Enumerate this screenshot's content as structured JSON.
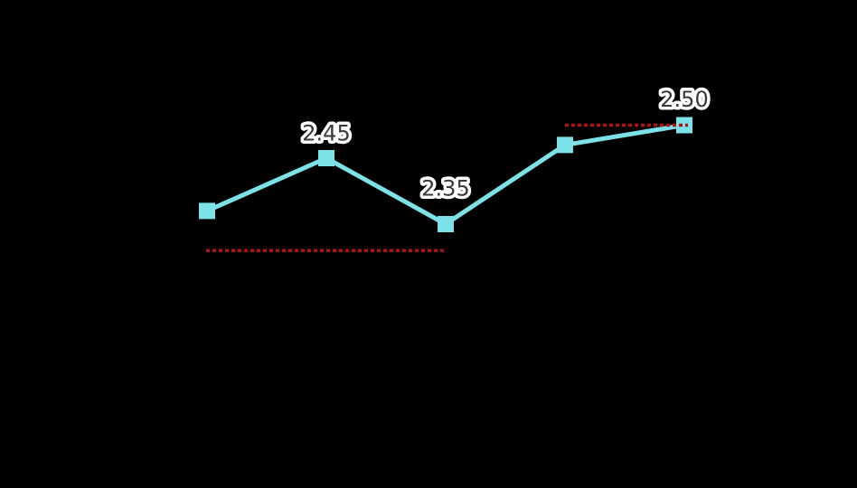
{
  "page": {
    "background_color": "#000000"
  },
  "chart_data": {
    "type": "line",
    "title": "",
    "xlabel": "",
    "ylabel": "",
    "axes_visible": false,
    "legend_visible": false,
    "grid": false,
    "x": [
      1,
      2,
      3,
      4,
      5
    ],
    "series": [
      {
        "name": "main-series",
        "values": [
          2.37,
          2.45,
          2.35,
          2.47,
          2.5
        ],
        "marker_shape": "square",
        "color": "#7DE1E8"
      }
    ],
    "point_labels": [
      "",
      "2.45",
      "2.35",
      "",
      "2.50"
    ],
    "reference_lines": [
      {
        "from_point_index": 0,
        "to_point_index": 2,
        "value": 2.31,
        "style": "dotted",
        "color": "#B01111"
      },
      {
        "from_point_index": 3,
        "to_point_index": 4,
        "value": 2.5,
        "style": "dotted",
        "color": "#B01111"
      }
    ],
    "ylim": [
      2.0,
      2.7
    ],
    "colors": {
      "series_line": "#7DE1E8",
      "marker_fill": "#7DE1E8",
      "reference_line": "#B01111",
      "label_text": "#3A3A3A",
      "label_halo": "#FFFFFF",
      "background": "#000000"
    }
  }
}
